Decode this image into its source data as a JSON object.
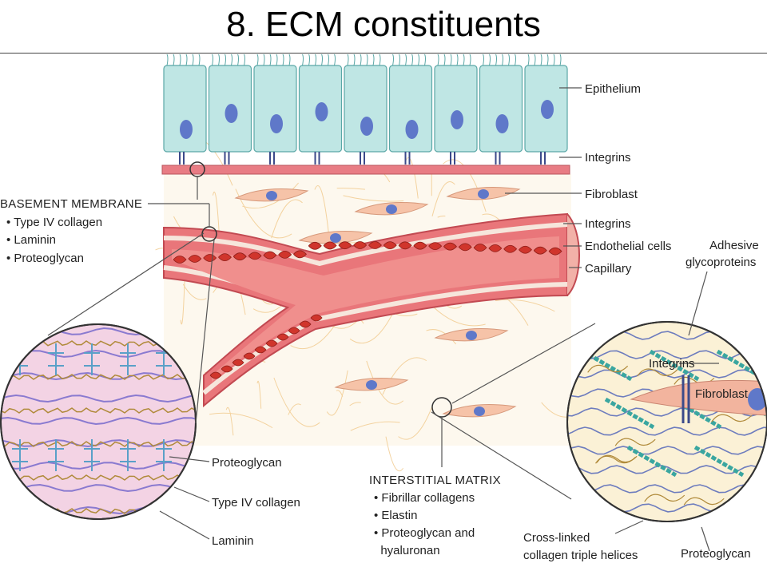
{
  "title": "8. ECM constituents",
  "labels": {
    "epithelium": "Epithelium",
    "integrins_top": "Integrins",
    "fibroblast": "Fibroblast",
    "integrins_mid": "Integrins",
    "endothelial": "Endothelial cells",
    "capillary": "Capillary",
    "adhesive_1": "Adhesive",
    "adhesive_2": "glycoproteins",
    "integrins_zoom": "Integrins",
    "fibroblast_zoom": "Fibroblast",
    "proteoglycan_left": "Proteoglycan",
    "type4_left": "Type IV collagen",
    "laminin_left": "Laminin",
    "crosslinked_1": "Cross-linked",
    "crosslinked_2": "collagen triple helices",
    "proteoglycan_right": "Proteoglycan"
  },
  "basement": {
    "header": "BASEMENT MEMBRANE",
    "items": [
      "• Type IV collagen",
      "• Laminin",
      "• Proteoglycan"
    ]
  },
  "interstitial": {
    "header": "INTERSTITIAL MATRIX",
    "items": [
      "• Fibrillar collagens",
      "• Elastin",
      "• Proteoglycan and",
      "  hyaluronan"
    ]
  },
  "colors": {
    "epithelium": "#bfe6e4",
    "nucleus": "#5f78c9",
    "membrane": "#e87c84",
    "vessel": "#e9767a",
    "rbc": "#d0352c",
    "zoom_left_bg": "#f3d3e4",
    "zoom_right_bg": "#fbf1d6"
  }
}
